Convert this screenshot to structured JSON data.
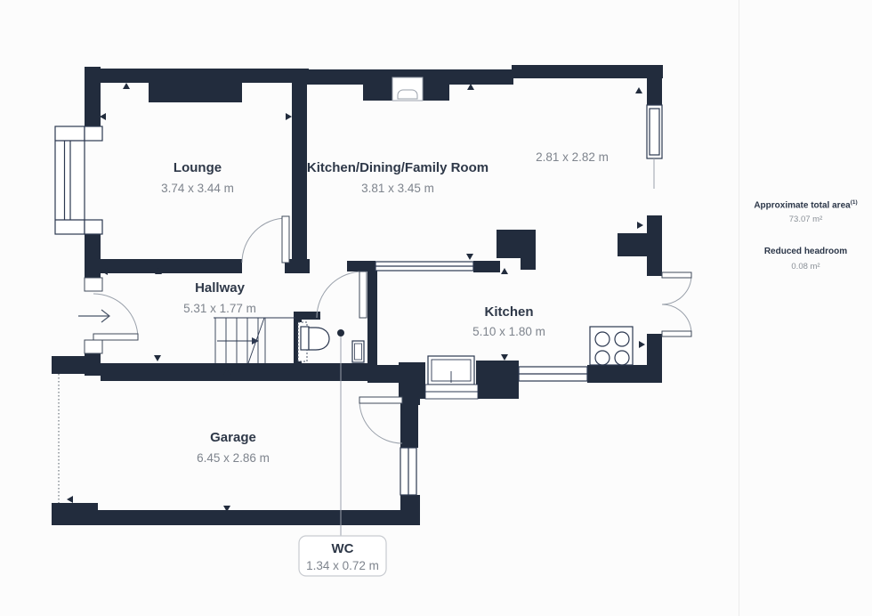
{
  "plan": {
    "rooms": [
      {
        "id": "lounge",
        "name": "Lounge",
        "dims": "3.74 x 3.44 m"
      },
      {
        "id": "kitchen-dining",
        "name": "Kitchen/Dining/Family Room",
        "dims": "3.81 x 3.45 m"
      },
      {
        "id": "open-area",
        "name": "",
        "dims": "2.81 x 2.82 m"
      },
      {
        "id": "hallway",
        "name": "Hallway",
        "dims": "5.31 x 1.77 m"
      },
      {
        "id": "kitchen",
        "name": "Kitchen",
        "dims": "5.10 x 1.80 m"
      },
      {
        "id": "garage",
        "name": "Garage",
        "dims": "6.45 x 2.86 m"
      },
      {
        "id": "wc",
        "name": "WC",
        "dims": "1.34 x 0.72 m"
      }
    ],
    "colors": {
      "wall": "#222c3d",
      "room_name": "#2e3848",
      "dims_text": "#7e848d",
      "arc": "#9aa1ab"
    }
  },
  "sidebar": {
    "total_area_label": "Approximate total area",
    "total_area_superscript": "(1)",
    "total_area_value": "73.07 m²",
    "reduced_headroom_label": "Reduced headroom",
    "reduced_headroom_value": "0.08 m²"
  }
}
